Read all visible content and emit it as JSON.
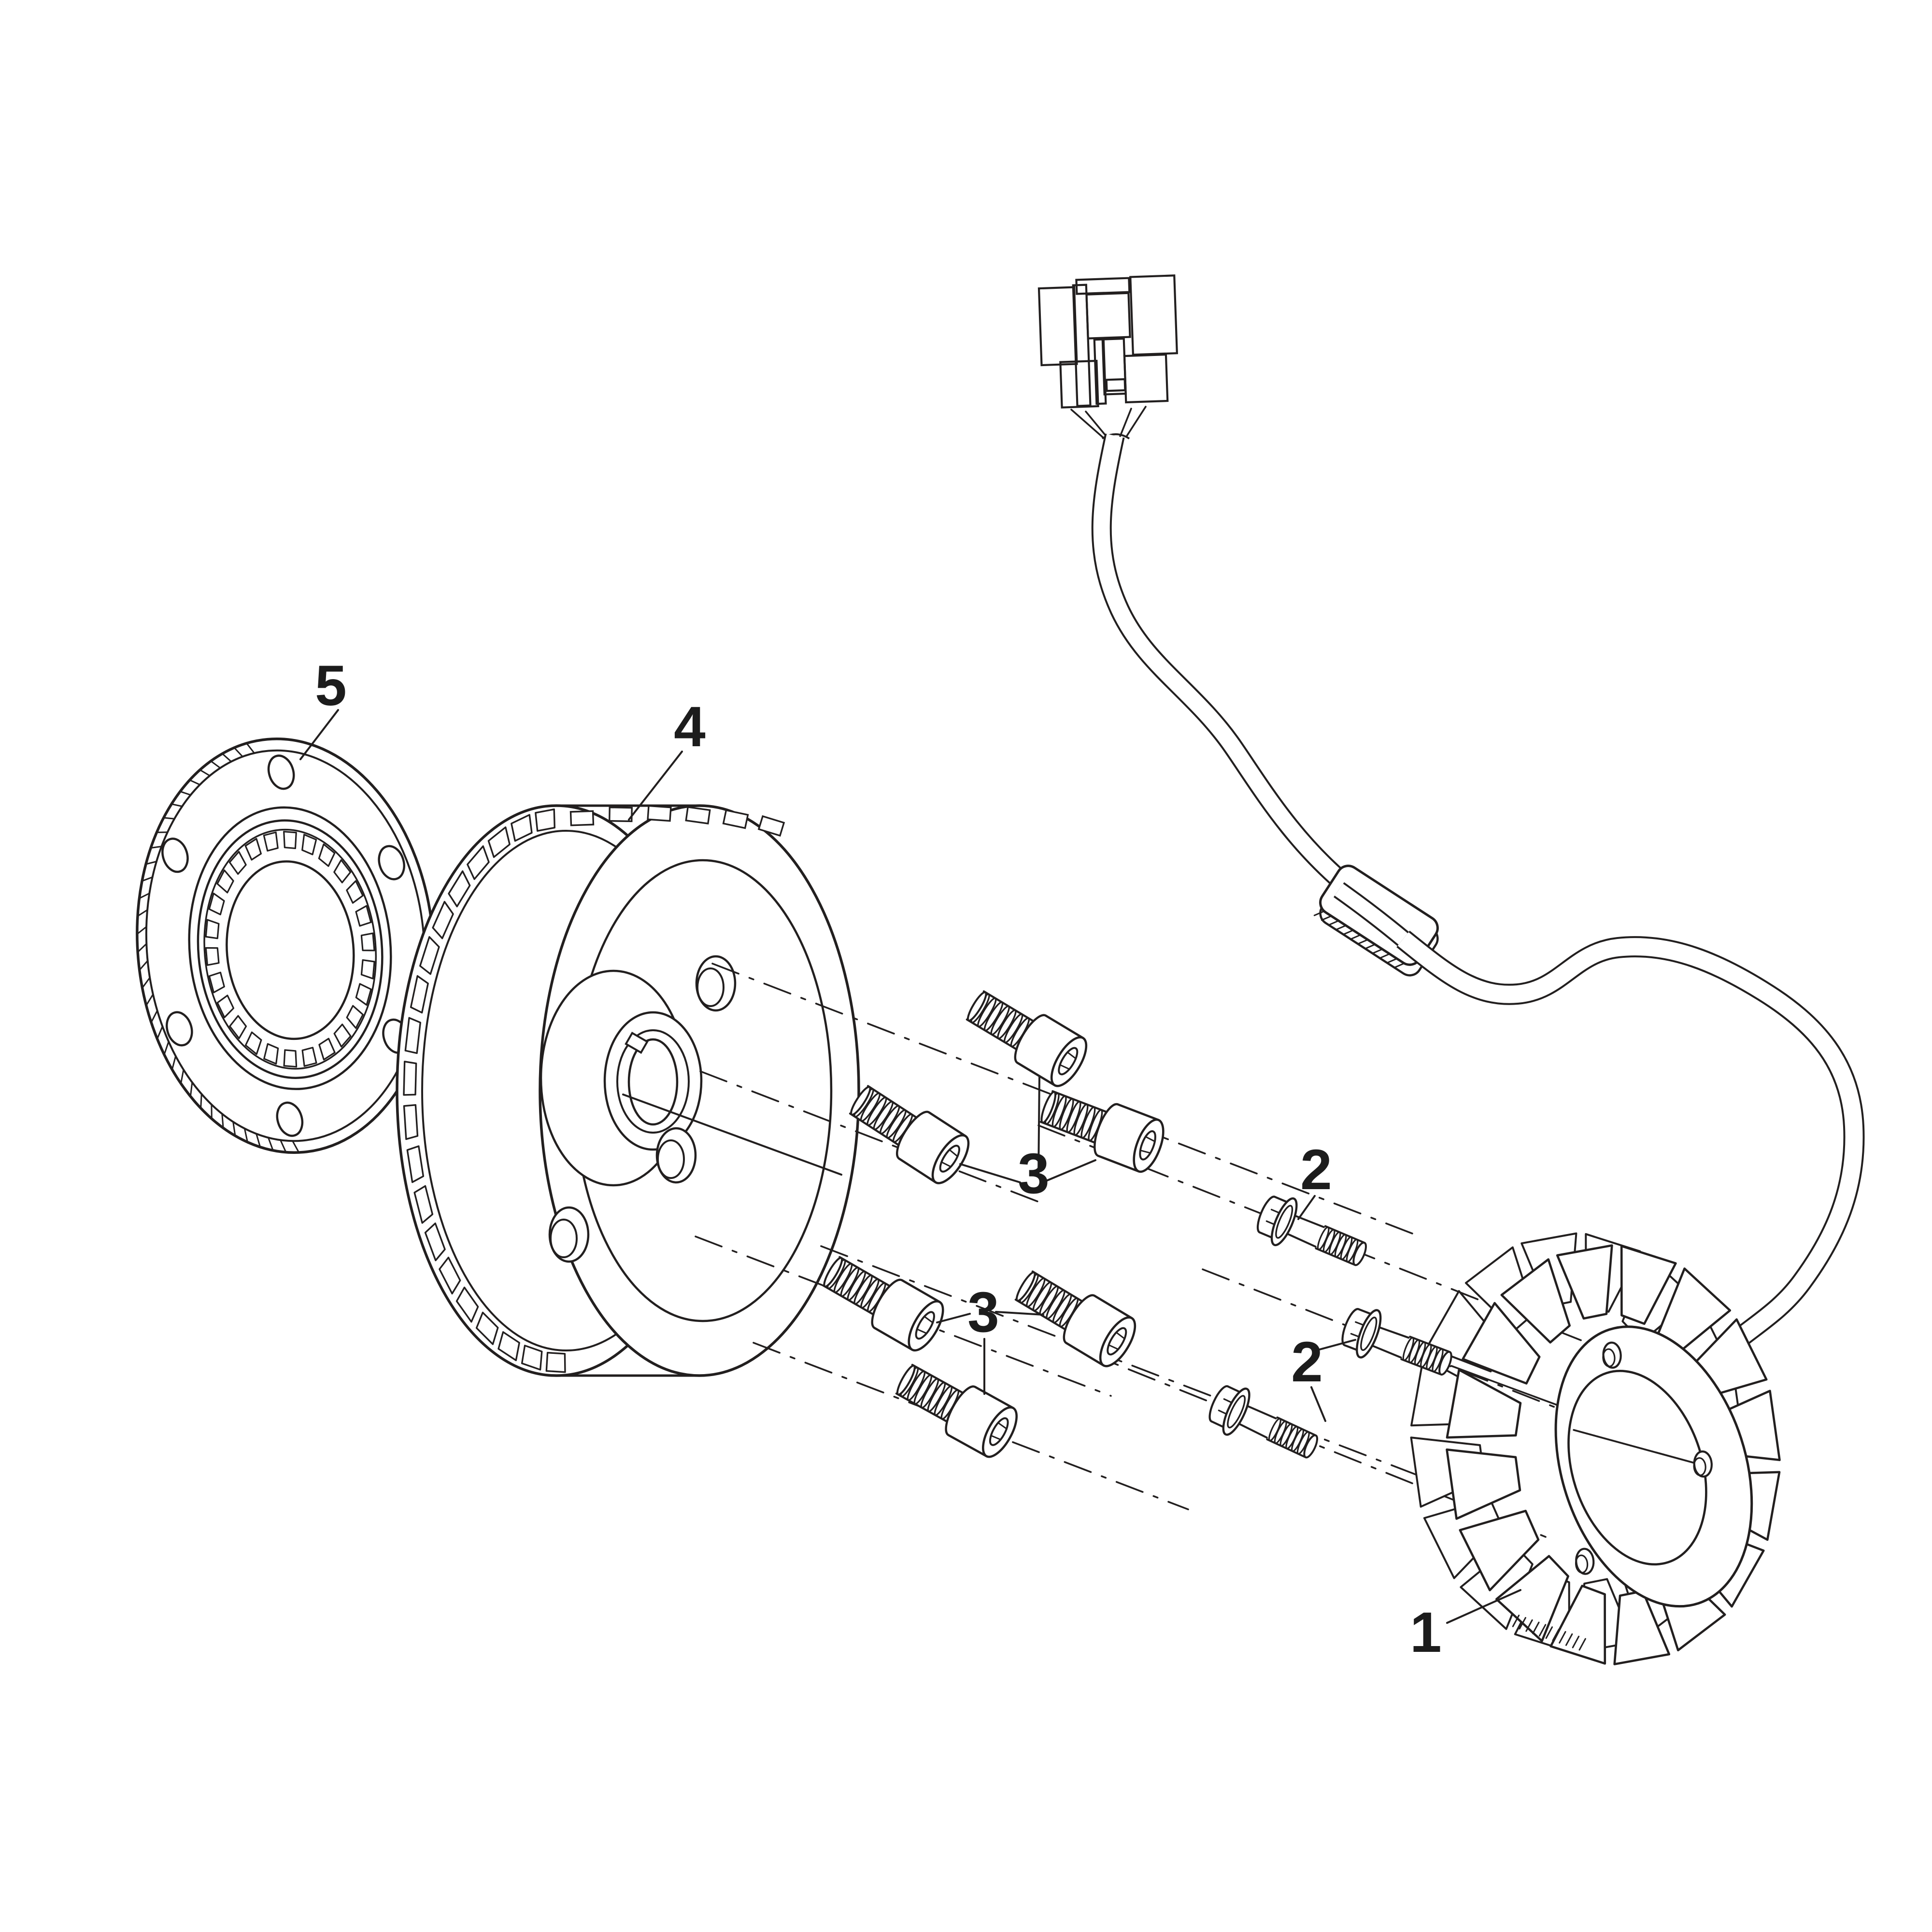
{
  "diagram": {
    "background": "#ffffff",
    "line_color": "#221f1f",
    "callouts": {
      "part1": "1",
      "part2_upper": "2",
      "part2_lower": "2",
      "part3_upper": "3",
      "part3_lower": "3",
      "part4": "4",
      "part5": "5"
    },
    "parts": [
      {
        "ref": "1",
        "name": "stator-with-wiring-harness",
        "teeth": 16,
        "face_holes": 3
      },
      {
        "ref": "2",
        "name": "hex-flange-bolt",
        "qty": 3
      },
      {
        "ref": "3",
        "name": "socket-head-bolt",
        "qty": 6
      },
      {
        "ref": "4",
        "name": "flywheel-rotor",
        "rim_slots": 20,
        "top_rim_slots": 6,
        "face_holes": 3
      },
      {
        "ref": "5",
        "name": "one-way-starter-clutch-ring",
        "flange_holes": 6,
        "rollers": 26
      }
    ]
  }
}
